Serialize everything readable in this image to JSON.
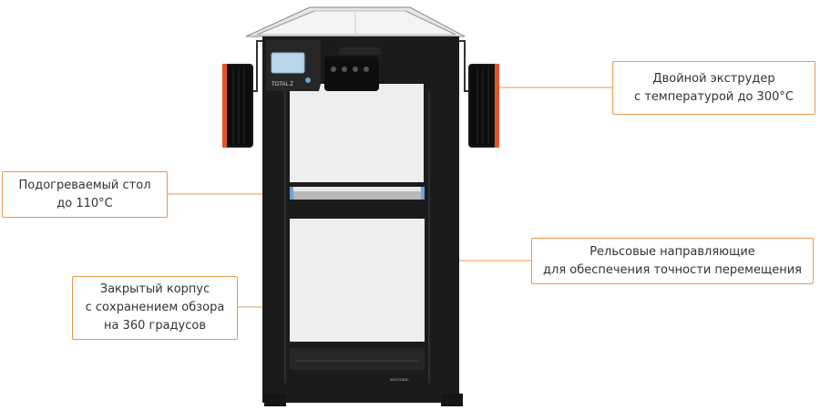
{
  "callouts": {
    "extruder": {
      "line1": "Двойной экструдер",
      "line2": "с температурой до 300°C"
    },
    "bed": {
      "line1": "Подогреваемый стол",
      "line2": "до 110°C"
    },
    "rails": {
      "line1": "Рельсовые направляющие",
      "line2": "для обеспечения точности перемещения"
    },
    "case": {
      "line1": "Закрытый корпус",
      "line2": "с сохранением обзора",
      "line3": "на 360 градусов"
    }
  },
  "printer": {
    "brand_label": "TOTAL Z",
    "model_label": "ANYCUBIC",
    "colors": {
      "accent": "#e8974f",
      "frame": "#1b1b1b",
      "glass": "#eeeeee",
      "spool": "#111111",
      "spool_rim": "#e2552b",
      "screen": "#b9d6ea"
    }
  }
}
